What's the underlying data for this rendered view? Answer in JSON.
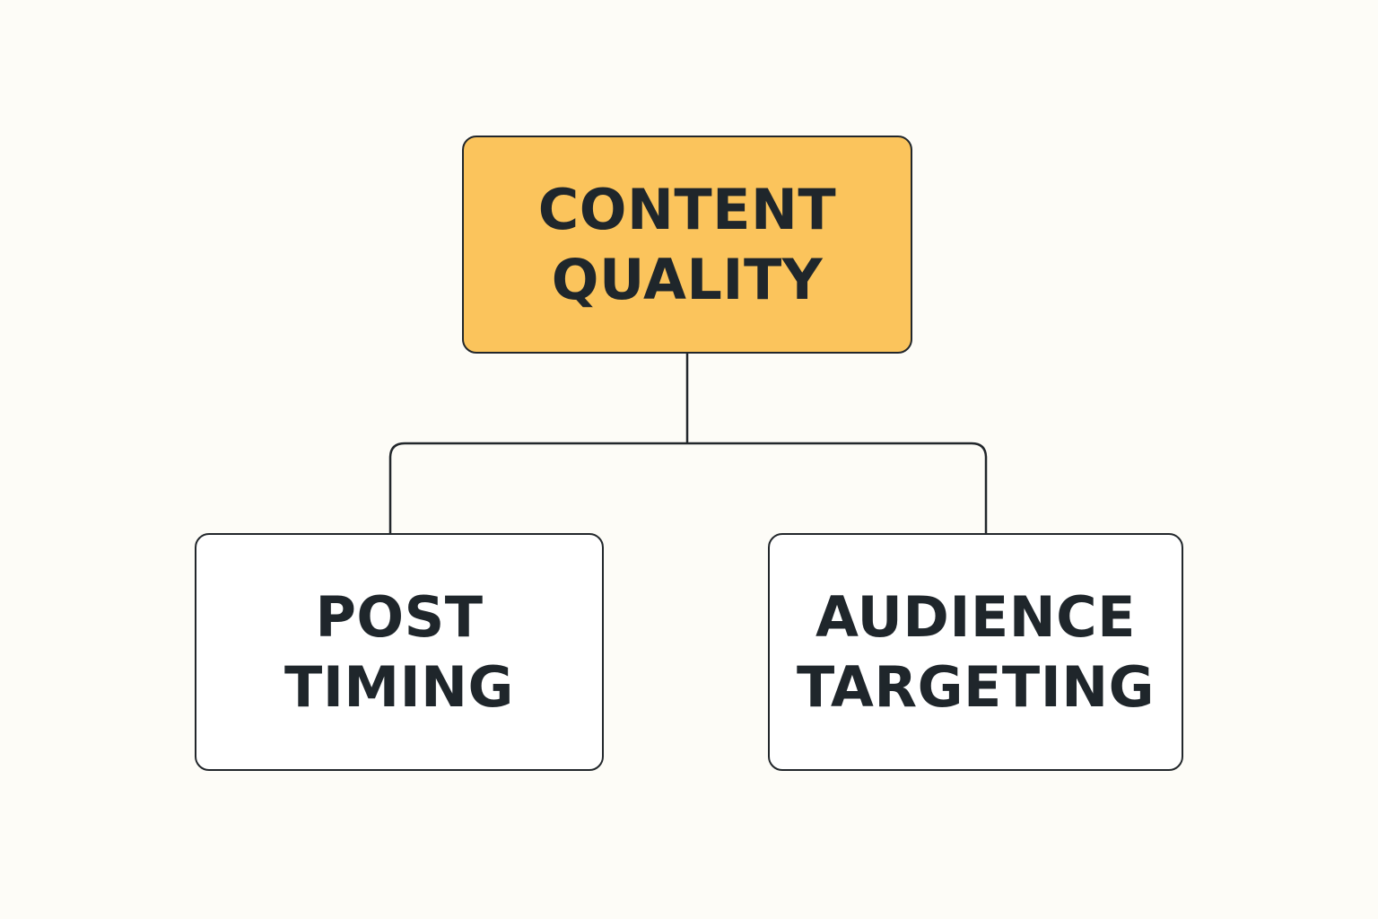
{
  "diagram": {
    "root": {
      "lines": [
        "CONTENT",
        "QUALITY"
      ],
      "fill": "#fbc45c"
    },
    "children": [
      {
        "lines": [
          "POST",
          "TIMING"
        ],
        "fill": "#ffffff"
      },
      {
        "lines": [
          "AUDIENCE",
          "TARGETING"
        ],
        "fill": "#ffffff"
      }
    ],
    "stroke_color": "#22272b",
    "background": "#fdfcf7"
  }
}
